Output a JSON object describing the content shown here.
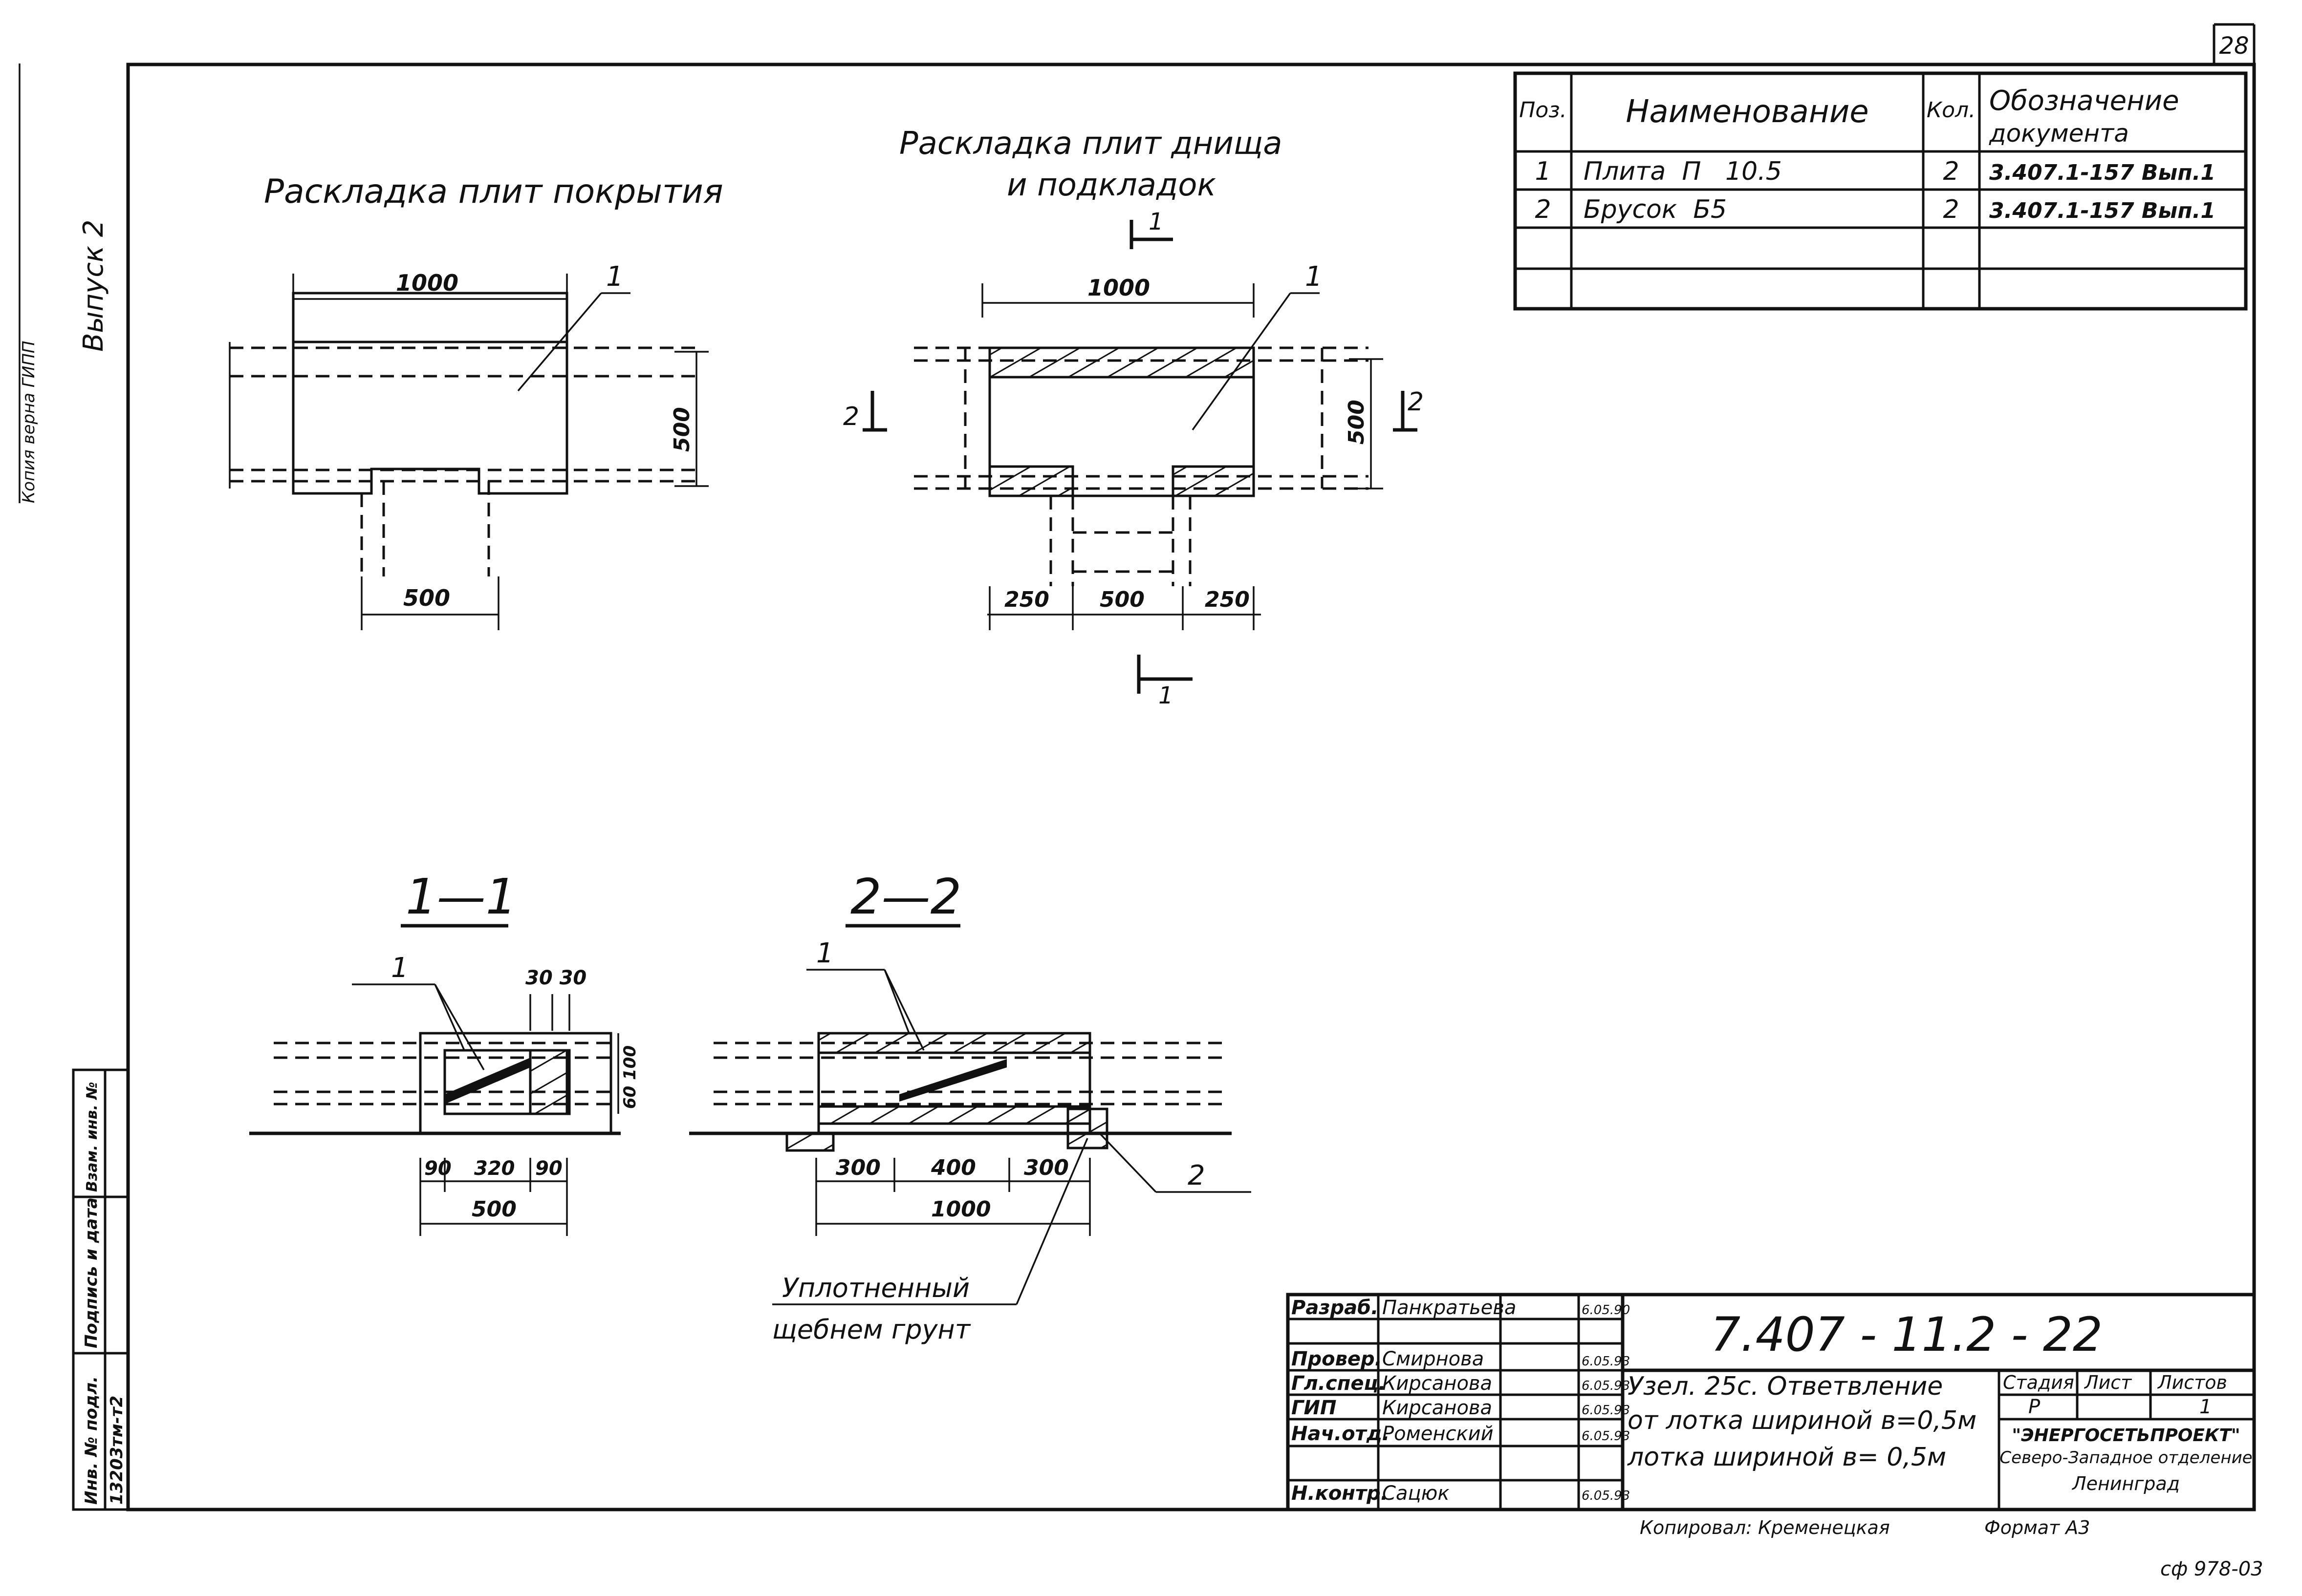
{
  "sheet_number": "28",
  "spec_table": {
    "headers": {
      "pos": "Поз.",
      "name": "Наименование",
      "qty": "Кол.",
      "doc_line1": "Обозначение",
      "doc_line2": "документа"
    },
    "rows": [
      {
        "pos": "1",
        "name": "Плита  П   10.5",
        "qty": "2",
        "doc": "3.407.1-157 Вып.1"
      },
      {
        "pos": "2",
        "name": "Брусок  Б5",
        "qty": "2",
        "doc": "3.407.1-157 Вып.1"
      }
    ]
  },
  "views": {
    "cover": {
      "title": "Раскладка плит покрытия",
      "dim_width": "1000",
      "dim_height": "500",
      "dim_branch": "500",
      "leader": "1"
    },
    "bottom": {
      "title_line1": "Раскладка плит днища",
      "title_line2": "и подкладок",
      "dim_width": "1000",
      "dim_height": "500",
      "dim_left": "250",
      "dim_mid": "500",
      "dim_right": "250",
      "leader": "1",
      "cut_1": "1",
      "cut_2": "2"
    },
    "section_1": {
      "title": "1—1",
      "leader": "1",
      "dim_top": "30 30",
      "dim_side": "60 100",
      "dim_a": "90",
      "dim_b": "320",
      "dim_c": "90",
      "dim_total": "500"
    },
    "section_2": {
      "title": "2—2",
      "leader_1": "1",
      "leader_2": "2",
      "dim_a": "300",
      "dim_b": "400",
      "dim_c": "300",
      "dim_total": "1000",
      "note_line1": "Уплотненный",
      "note_line2": "щебнем грунт"
    }
  },
  "left_margin": {
    "issue": "Выпуск 2",
    "copy_note": "Копия верна ГИПП",
    "signature_fields": [
      "Инв. № подл.",
      "Подпись и дата",
      "Взам. инв. №"
    ],
    "inv_number": "13203тм-т2"
  },
  "title_block": {
    "drawing_code": "7.407 - 11.2 - 22",
    "description_line1": "Узел. 25с. Ответвление",
    "description_line2": "от лотка шириной в=0,5м",
    "description_line3": "лотка шириной в= 0,5м",
    "roles": [
      {
        "role": "Разраб.",
        "name": "Панкратьева",
        "date": "6.05.90"
      },
      {
        "role": "Провер.",
        "name": "Смирнова",
        "date": "6.05.93"
      },
      {
        "role": "Гл.спец.",
        "name": "Кирсанова",
        "date": "6.05.93"
      },
      {
        "role": "ГИП",
        "name": "Кирсанова",
        "date": "6.05.93"
      },
      {
        "role": "Нач.отд.",
        "name": "Роменский",
        "date": "6.05.93"
      },
      {
        "role": "Н.контр.",
        "name": "Сацюк",
        "date": "6.05.93"
      }
    ],
    "stage_label": "Стадия",
    "sheet_label": "Лист",
    "sheets_label": "Листов",
    "stage_value": "Р",
    "sheets_value": "1",
    "org_line1": "\"ЭНЕРГОСЕТЬПРОЕКТ\"",
    "org_line2": "Северо-Западное отделение",
    "org_line3": "Ленинград",
    "copied_by": "Копировал: Кременецкая",
    "format": "Формат А3"
  },
  "corner_code": "сф 978-03"
}
